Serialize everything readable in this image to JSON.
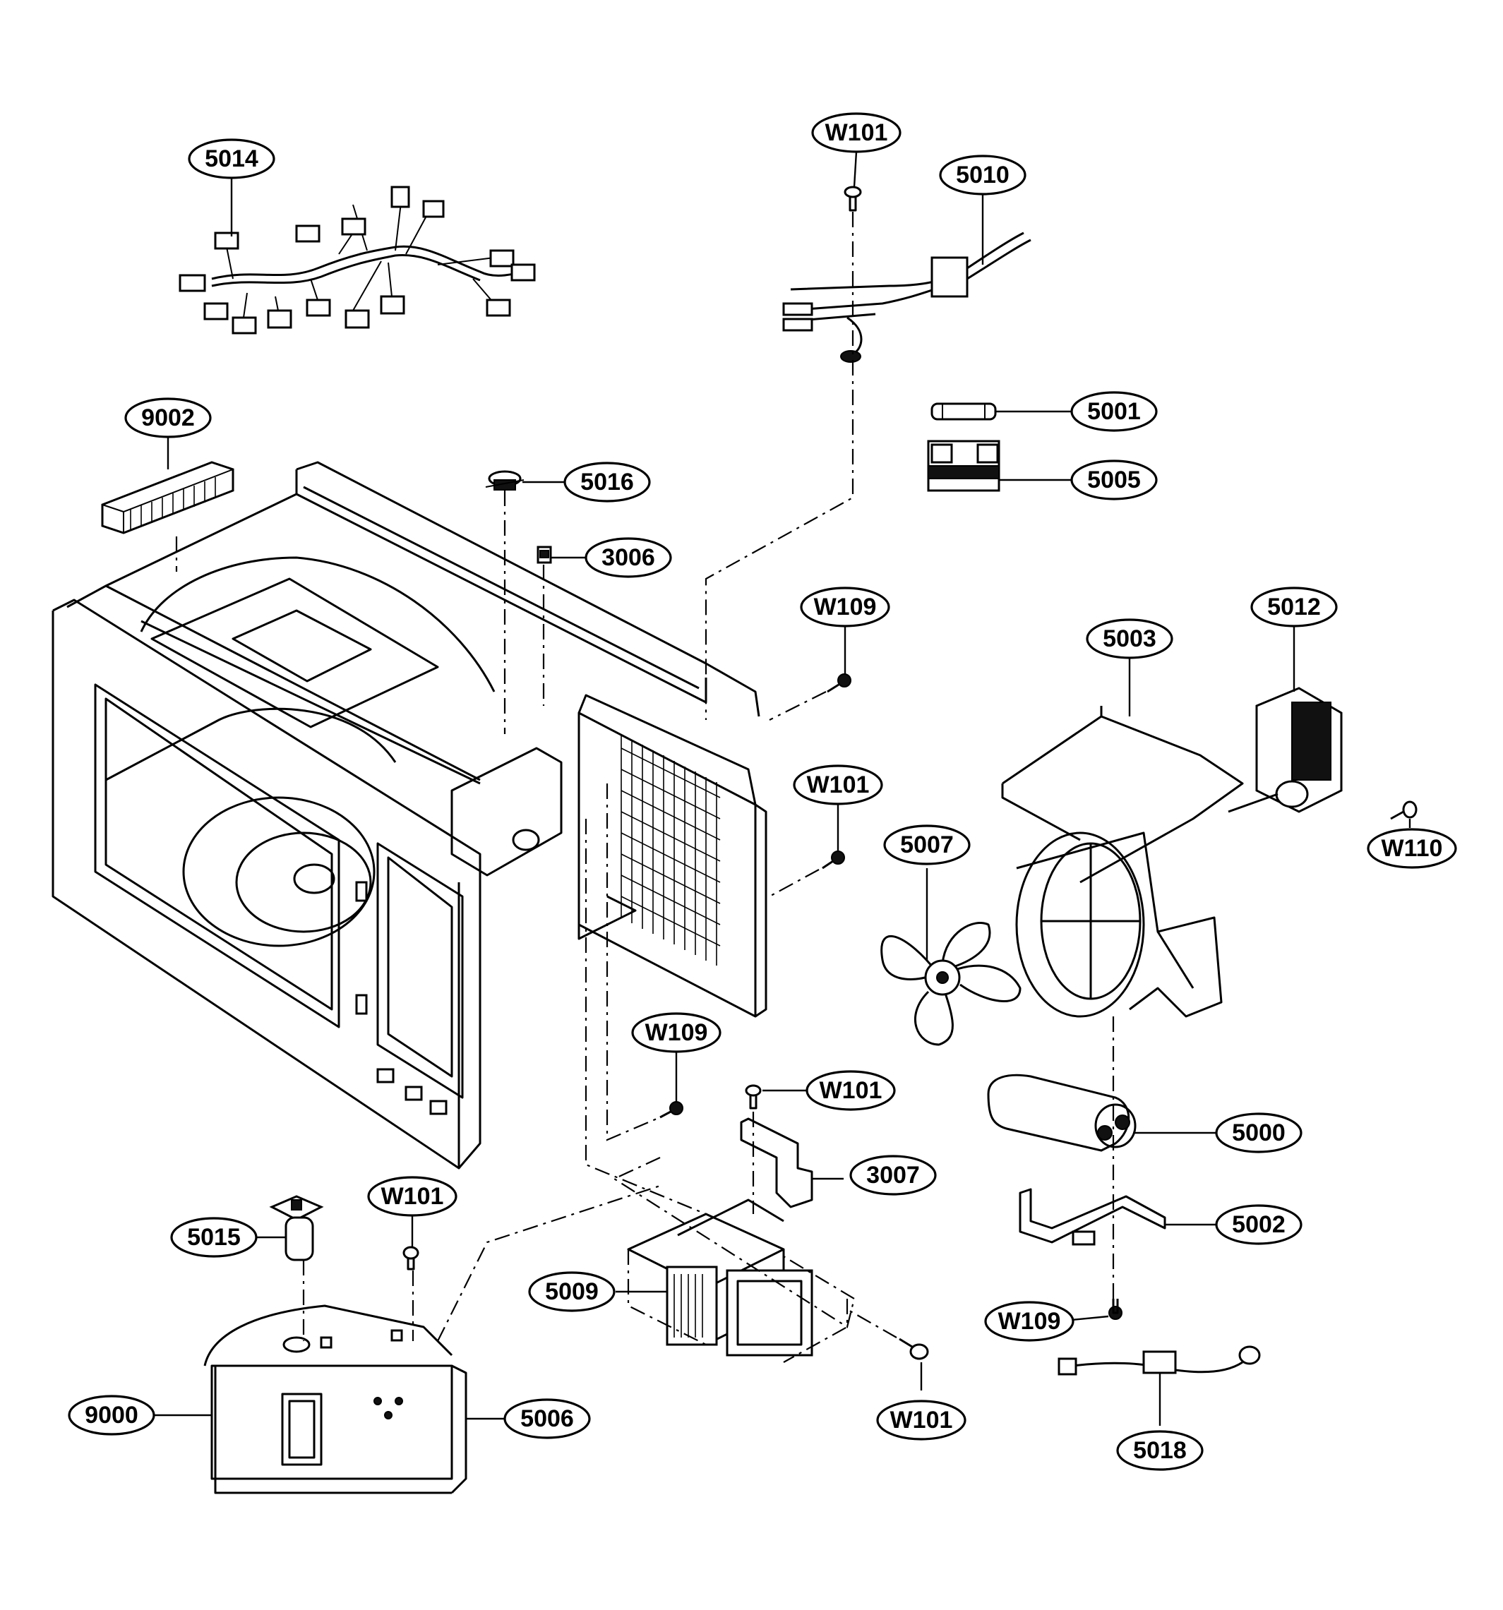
{
  "callouts": [
    {
      "id": "c5014",
      "label": "5014"
    },
    {
      "id": "cW101a",
      "label": "W101"
    },
    {
      "id": "c5010",
      "label": "5010"
    },
    {
      "id": "c9002",
      "label": "9002"
    },
    {
      "id": "c5001",
      "label": "5001"
    },
    {
      "id": "c5016",
      "label": "5016"
    },
    {
      "id": "c5005",
      "label": "5005"
    },
    {
      "id": "c3006",
      "label": "3006"
    },
    {
      "id": "cW109a",
      "label": "W109"
    },
    {
      "id": "c5003",
      "label": "5003"
    },
    {
      "id": "c5012",
      "label": "5012"
    },
    {
      "id": "cW101b",
      "label": "W101"
    },
    {
      "id": "c5007",
      "label": "5007"
    },
    {
      "id": "cW110",
      "label": "W110"
    },
    {
      "id": "cW109b",
      "label": "W109"
    },
    {
      "id": "cW101c",
      "label": "W101"
    },
    {
      "id": "c5000",
      "label": "5000"
    },
    {
      "id": "c3007",
      "label": "3007"
    },
    {
      "id": "cW101d",
      "label": "W101"
    },
    {
      "id": "c5015",
      "label": "5015"
    },
    {
      "id": "c5002",
      "label": "5002"
    },
    {
      "id": "c5009",
      "label": "5009"
    },
    {
      "id": "cW109c",
      "label": "W109"
    },
    {
      "id": "c9000",
      "label": "9000"
    },
    {
      "id": "c5006",
      "label": "5006"
    },
    {
      "id": "cW101e",
      "label": "W101"
    },
    {
      "id": "c5018",
      "label": "5018"
    }
  ]
}
